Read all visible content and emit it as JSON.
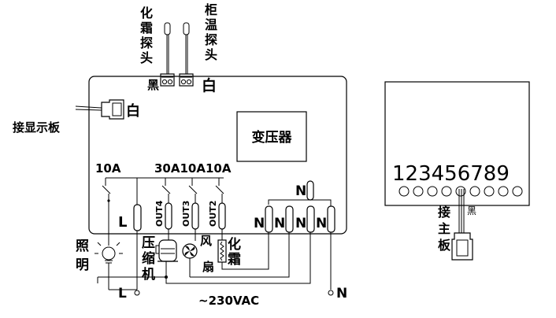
{
  "probes": {
    "defrost": "化霜探头",
    "cabinet": "柜温探头",
    "black": "黑",
    "white": "白"
  },
  "display_connector": {
    "label": "接显示板",
    "color": "白"
  },
  "transformer": "变压器",
  "relays": {
    "rating_left": "10A",
    "ratings_right": "30A10A10A",
    "out4": "OUT4",
    "out3": "OUT3",
    "out2": "OUT2"
  },
  "terminals": {
    "L": "L",
    "N": "N"
  },
  "loads": {
    "lighting": "照明",
    "compressor": "压缩机",
    "fan_1": "风",
    "fan_2": "扇",
    "defrost_1": "化",
    "defrost_2": "霜"
  },
  "supply": {
    "L": "L",
    "N": "N",
    "voltage": "~230VAC"
  },
  "display_board": {
    "digits": "123456789",
    "to_main_board": "接主板",
    "wire_color": "黑"
  }
}
